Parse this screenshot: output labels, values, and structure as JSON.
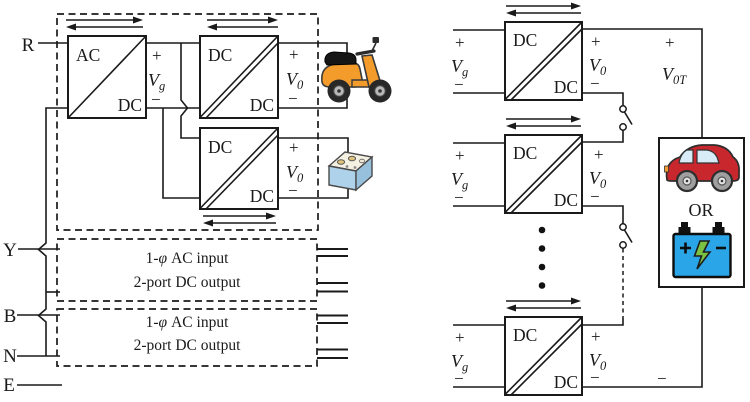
{
  "sym": {
    "plus": "+",
    "minus": "−",
    "v": "V",
    "sub_g": "g",
    "sub_0": "0",
    "sub_0T": "0T",
    "ac": "AC",
    "dc": "DC",
    "or": "OR",
    "module_line1_pre": "1-",
    "module_line1_phi": "φ",
    "module_line1_post": "AC input",
    "module_line2": "2-port DC output"
  },
  "phases": {
    "r": "R",
    "y": "Y",
    "b": "B",
    "n": "N",
    "e": "E"
  },
  "icons": {
    "scooter": "electric-scooter",
    "battery_small": "battery-pack",
    "car": "electric-car",
    "battery_large": "battery-storage"
  },
  "colors": {
    "wire": "#1a1a1a",
    "scooter_orange": "#f39c2c",
    "battery_small_blue": "#aed2ea",
    "car_red": "#c8272e",
    "battery_large_blue": "#2aa6e8",
    "bolt_green": "#7cc242"
  }
}
